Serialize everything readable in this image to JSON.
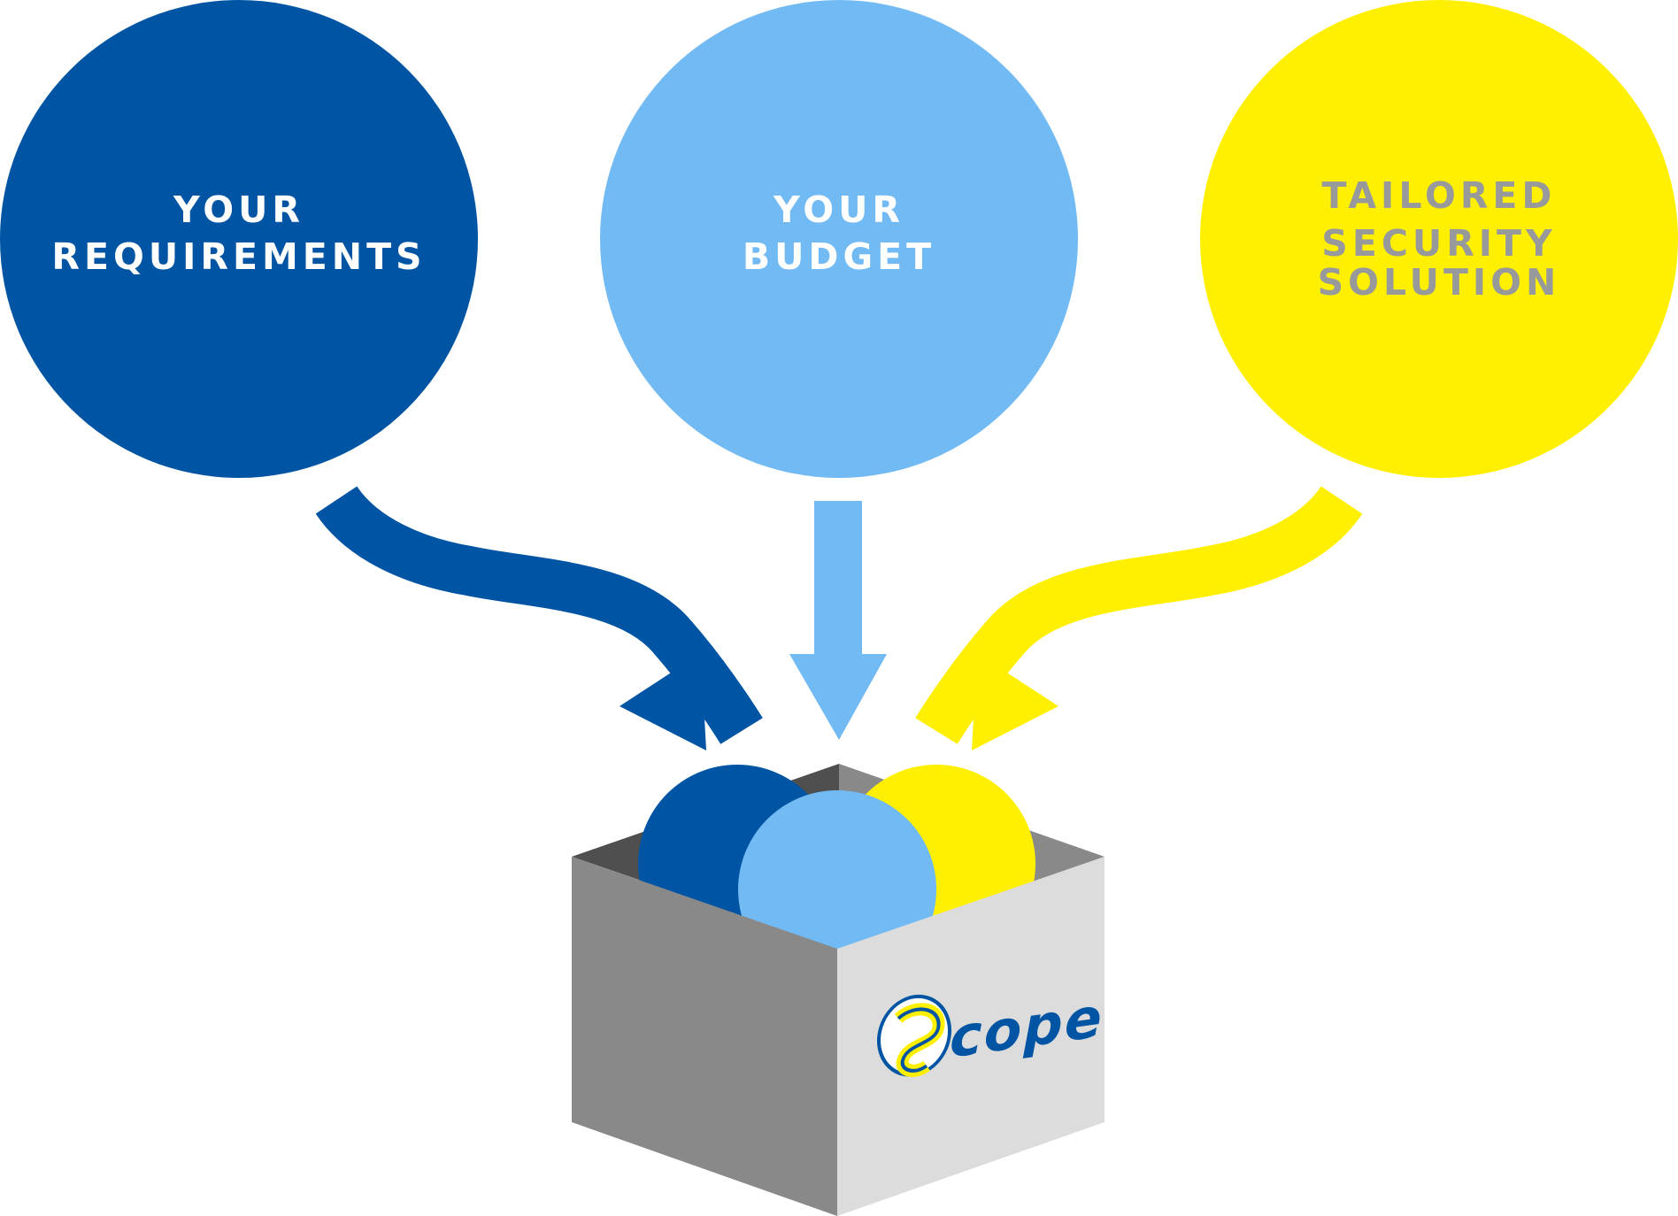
{
  "circles": [
    {
      "id": "requirements",
      "lines": [
        "YOUR",
        "REQUIREMENTS"
      ],
      "fill": "#0054a4",
      "text_color": "#ffffff"
    },
    {
      "id": "budget",
      "lines": [
        "YOUR",
        "BUDGET"
      ],
      "fill": "#72baf3",
      "text_color": "#ffffff"
    },
    {
      "id": "solution",
      "lines": [
        "TAILORED",
        "SECURITY",
        "SOLUTION"
      ],
      "fill": "#ffef00",
      "text_color": "#97999b"
    }
  ],
  "box": {
    "left_face_color": "#898989",
    "right_face_color": "#dcdcdc",
    "inner_back_left_color": "#4f4f4f",
    "inner_back_right_color": "#898989"
  },
  "logo": {
    "word": "cope",
    "text_color": "#0054a4",
    "accent_color": "#ffef00",
    "icon": "scope-s-logo-icon"
  }
}
